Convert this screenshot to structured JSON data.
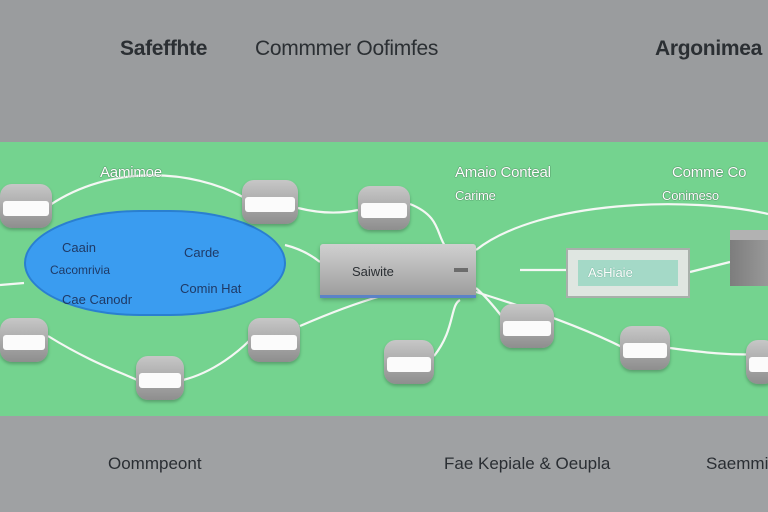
{
  "header": {
    "title_left": "Safeffhte",
    "title_main": "Commmer Oofimfes",
    "title_right": "Argonimea"
  },
  "diagram": {
    "label_top_left": "Aamimoe",
    "label_center_top": "Amaio Conteal",
    "label_center_top_sub": "Carime",
    "label_right_top": "Comme Co",
    "label_right_top_sub": "Conimeso",
    "cloud": {
      "line1": "Caain",
      "line2": "Cacomrivia",
      "line3": "Cae Canodr",
      "right1": "Carde",
      "right2": "Comin Hat"
    },
    "center_device": "Saiwite",
    "firewall": "AsHiaie"
  },
  "footer": {
    "left": "Oommpeont",
    "center": "Fae Kepiale & Oeupla",
    "right": "Saemmite"
  }
}
